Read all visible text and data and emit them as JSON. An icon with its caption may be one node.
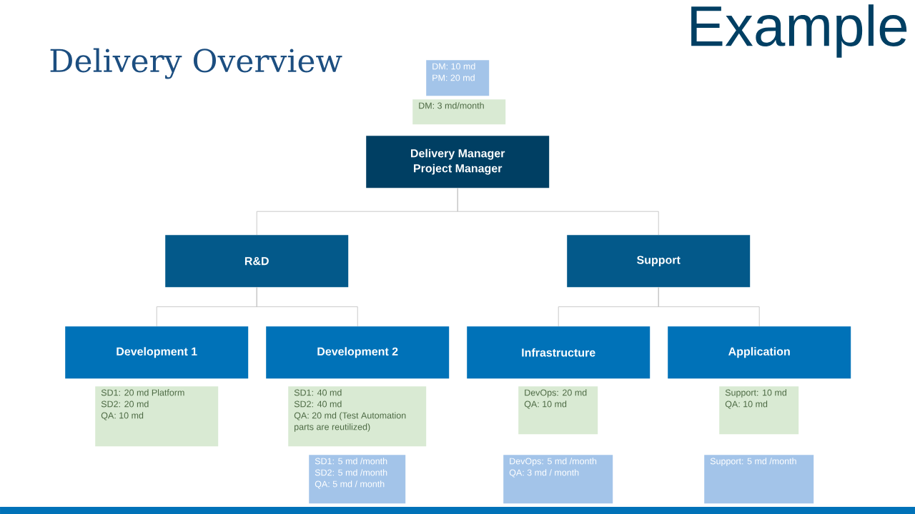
{
  "diagram": {
    "title": "Delivery Overview",
    "nodes": [
      {
        "text": [
          "DM: 10 md",
          "PM: 20 md"
        ]
      },
      {
        "text": [
          "DM: 3 md/month"
        ]
      },
      {
        "text": [
          "Delivery Manager",
          "Project Manager"
        ]
      },
      {
        "text": [
          "R&D"
        ]
      },
      {
        "text": [
          "Support"
        ]
      },
      {
        "text": [
          "Development 1"
        ]
      },
      {
        "text": [
          "Development 2"
        ]
      },
      {
        "text": [
          "Infrastructure"
        ]
      },
      {
        "text": [
          "Application"
        ]
      },
      {
        "text": [
          "SD1: 20 md Platform",
          "SD2: 20 md",
          "QA: 10 md"
        ]
      },
      {
        "text": [
          "SD1: 40 md",
          "SD2: 40 md",
          "QA: 20 md (Test Automation parts are reutilized)"
        ]
      },
      {
        "text": [
          "SD1: 5 md /month",
          "SD2: 5 md /month",
          "QA: 5 md / month"
        ]
      },
      {
        "text": [
          "DevOps: 20 md",
          "QA: 10 md"
        ]
      },
      {
        "text": [
          "DevOps: 5 md /month",
          "QA: 3 md / month"
        ]
      },
      {
        "text": [
          "Support: 10 md",
          "QA: 10 md"
        ]
      },
      {
        "text": [
          "Support: 5 md /month"
        ]
      }
    ],
    "edges": [
      {
        "from": 2,
        "to": 3,
        "arrow": "none"
      },
      {
        "from": 2,
        "to": 4,
        "arrow": "none"
      },
      {
        "from": 3,
        "to": 5,
        "arrow": "none"
      },
      {
        "from": 3,
        "to": 6,
        "arrow": "none"
      },
      {
        "from": 4,
        "to": 7,
        "arrow": "none"
      },
      {
        "from": 4,
        "to": 8,
        "arrow": "none"
      }
    ],
    "labels": [
      "Example"
    ]
  }
}
